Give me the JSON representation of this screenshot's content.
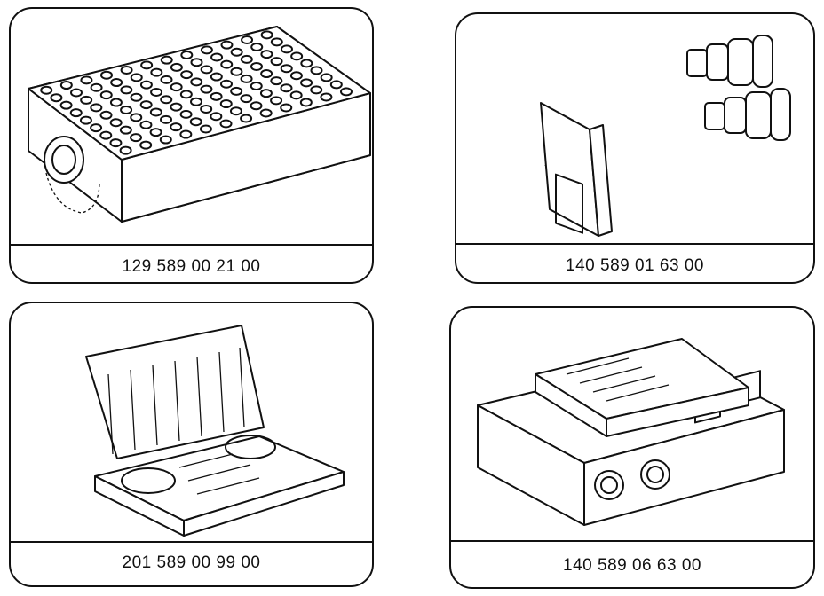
{
  "cards": [
    {
      "part_number": "129 589 00 21 00",
      "illustration": "test-adapter-box-icon"
    },
    {
      "part_number": "140 589 01 63 00",
      "illustration": "adapter-cable-icon"
    },
    {
      "part_number": "201 589 00 99 00",
      "illustration": "tool-case-icon"
    },
    {
      "part_number": "140 589 06 63 00",
      "illustration": "connector-box-icon"
    }
  ]
}
